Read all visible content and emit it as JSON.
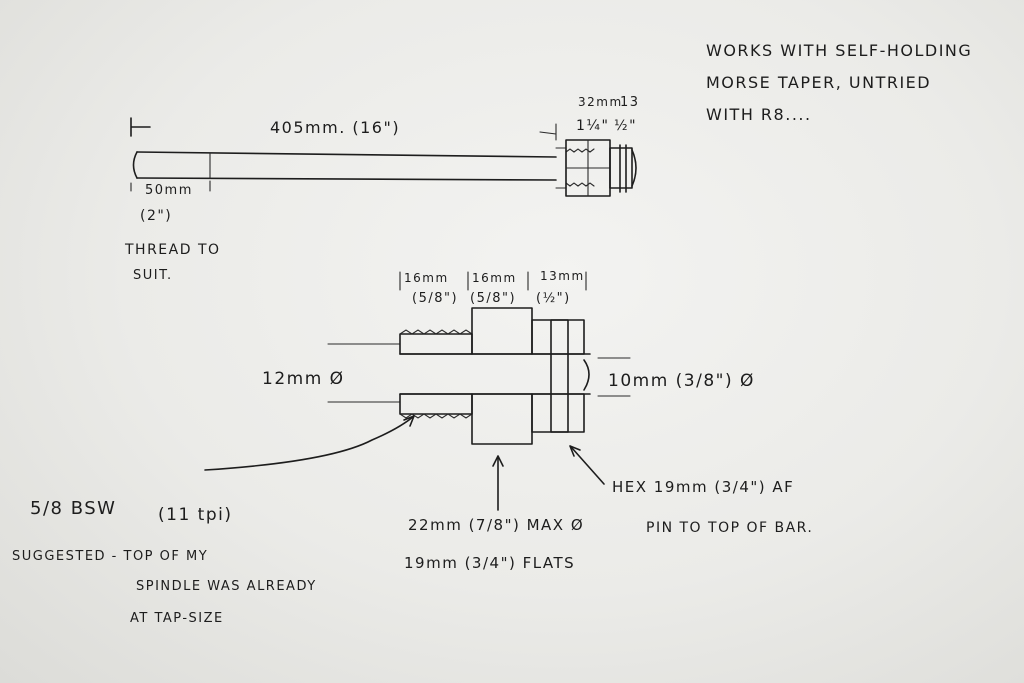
{
  "notes": {
    "top_right": [
      "WORKS WITH SELF-HOLDING",
      "MORSE TAPER, UNTRIED",
      "WITH R8...."
    ],
    "thread_to_suit": [
      "THREAD TO",
      "SUIT."
    ],
    "bsw_title": "5/8 BSW",
    "bsw_tpi": "(11 tpi)",
    "bsw_note": [
      "SUGGESTED - TOP OF MY",
      "SPINDLE WAS ALREADY",
      "AT TAP-SIZE"
    ]
  },
  "bar": {
    "length": "405mm. (16\")",
    "thread_mm": "50mm",
    "thread_in": "(2\")",
    "collar_mm": "32mm",
    "collar_in": "1¼\"",
    "nut_mm": "13",
    "nut_in": "½\""
  },
  "section": {
    "dim1_mm": "16mm",
    "dim1_in": "(5/8\")",
    "dim2_mm": "16mm",
    "dim2_in": "(5/8\")",
    "dim3_mm": "13mm",
    "dim3_in": "(½\")",
    "bore": "12mm Ø",
    "pin": "10mm (3/8\") Ø",
    "hex": "HEX   19mm (3/4\") AF",
    "pin_note": "PIN TO TOP OF BAR.",
    "max_dia": "22mm (7/8\") MAX Ø",
    "flats": "19mm (3/4\") FLATS"
  }
}
